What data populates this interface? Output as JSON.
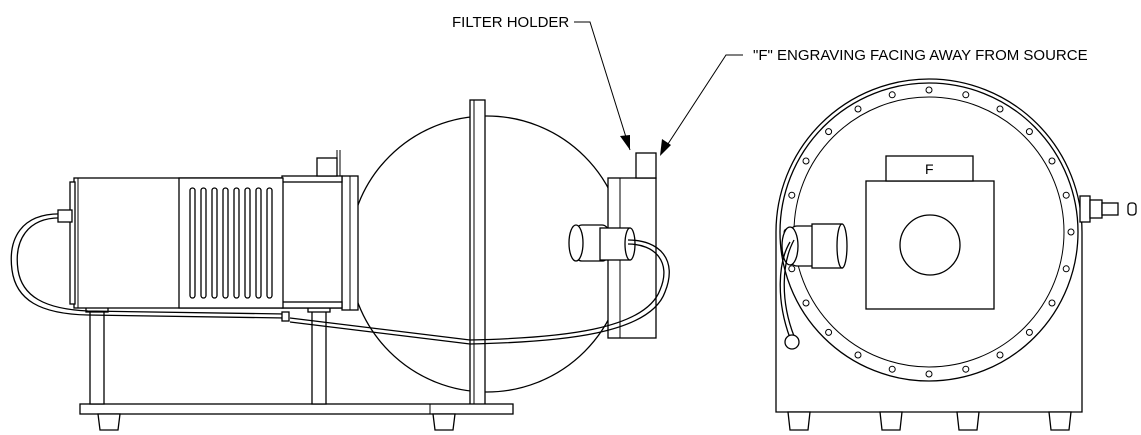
{
  "labels": {
    "filter_holder": "FILTER HOLDER",
    "engraving": "\"F\" ENGRAVING FACING AWAY FROM SOURCE",
    "f_mark": "F"
  }
}
